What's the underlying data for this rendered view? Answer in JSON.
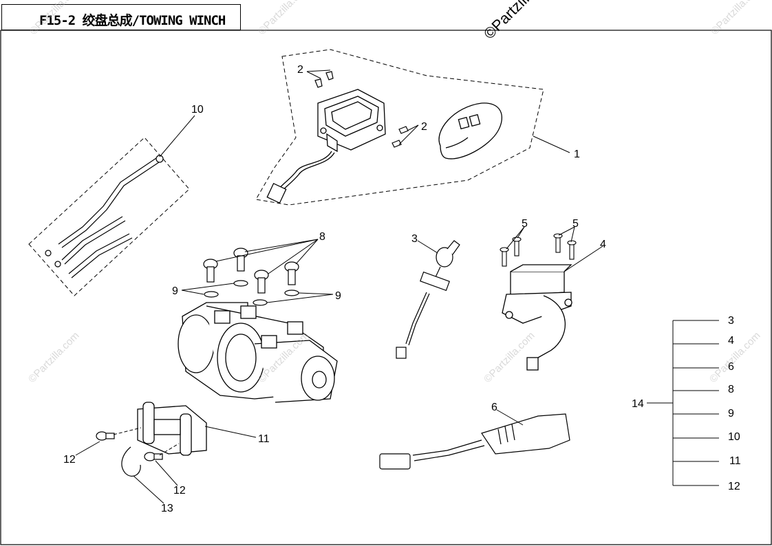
{
  "title": "F15-2 绞盘总成/TOWING WINCH",
  "watermark": "©Partzilla.com",
  "brand_corner": "©Partzilla",
  "callouts": {
    "c1": "1",
    "c2a": "2",
    "c2b": "2",
    "c3": "3",
    "c4": "4",
    "c5a": "5",
    "c5b": "5",
    "c6": "6",
    "c8": "8",
    "c9a": "9",
    "c9b": "9",
    "c10": "10",
    "c11": "11",
    "c12a": "12",
    "c12b": "12",
    "c13": "13",
    "c14": "14"
  },
  "kit_14_items": [
    "3",
    "4",
    "6",
    "8",
    "9",
    "10",
    "11",
    "12"
  ]
}
